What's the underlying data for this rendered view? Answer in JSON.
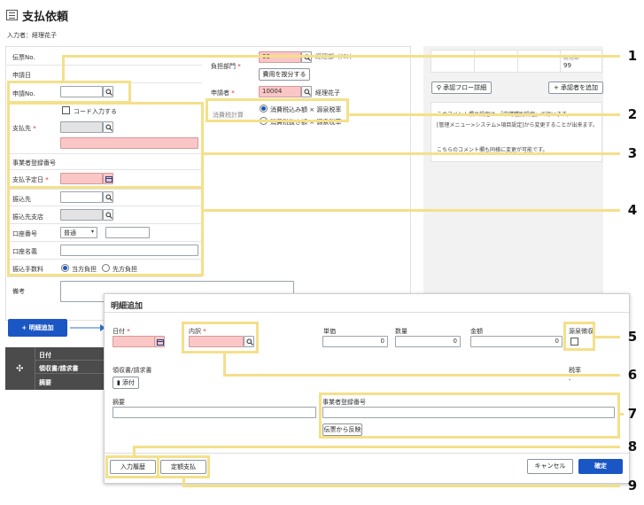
{
  "app": {
    "title": "支払依頼",
    "requester": "入力者：経理花子"
  },
  "form": {
    "denpyo_no": "伝票No.",
    "shinsei_date": "申請日",
    "shinsei_no": "申請No.",
    "code_input": "コード入力する",
    "shiharai_saki": "支払先",
    "jigyousha_no": "事業者登録番号",
    "shiharai_yotei": "支払予定日",
    "furikomi_saki": "振込先",
    "furikomi_shiten": "振込先支店",
    "kouza_no": "口座番号",
    "kouza_type": "普通",
    "kouza_name": "口座名義",
    "fee_label": "振込手数料",
    "fee_own": "当方負担",
    "fee_other": "先方負担",
    "bikou": "備考",
    "futan_bumon": "負担部門",
    "futan_bumon_value": "00",
    "futan_bumon_trail": "経理部（ﾃｽﾄ）",
    "hiyou_button": "費用を按分する",
    "shinseisha": "申請者",
    "shinseisha_code": "10004",
    "shinseisha_name": "経理花子",
    "tax_label": "消費税計算",
    "tax_incl": "消費税込み額 × 源泉税率",
    "tax_excl": "消費税抜き額 × 源泉税率",
    "right_col_value": "99",
    "right_col_top": "経理部",
    "approval_flow": "承認フロー詳細",
    "add_approver": "承認者を追加",
    "comment_line1": "このコメント欄の設定は、「申請種別設定」で行います。",
    "comment_line2": "[管理メニュー>システム>項目設定]から変更することが出来ます。",
    "comment_line3": "こちらのコメント欄も同様に変更が可能です。",
    "add_detail_button": "明細追加",
    "table_headers": [
      "日付",
      "領収書/請求書",
      "摘要"
    ]
  },
  "dialog": {
    "title": "明細追加",
    "date_label": "日付",
    "uchiwake_label": "内訳",
    "tanka_label": "単価",
    "tanka_value": "0",
    "suuryou_label": "数量",
    "suuryou_value": "0",
    "kingaku_label": "金額",
    "kingaku_value": "0",
    "gensen_label": "源泉徴収",
    "ryoushu_label": "領収書/請求書",
    "attach_button": "添付",
    "zeiritsu_label": "税率",
    "zeiritsu_value": "-",
    "tekiyou_label": "摘要",
    "jigyousha_label": "事業者登録番号",
    "reflect_button": "伝票から反映",
    "history_button": "入力履歴",
    "teigaku_button": "定額支払",
    "cancel_button": "キャンセル",
    "confirm_button": "確定"
  },
  "callouts": [
    "1",
    "2",
    "3",
    "4",
    "5",
    "6",
    "7",
    "8",
    "9"
  ],
  "colors": {
    "accent": "#1a56c4",
    "highlight": "#f4e08a",
    "required_bg": "#fbc6c6"
  }
}
